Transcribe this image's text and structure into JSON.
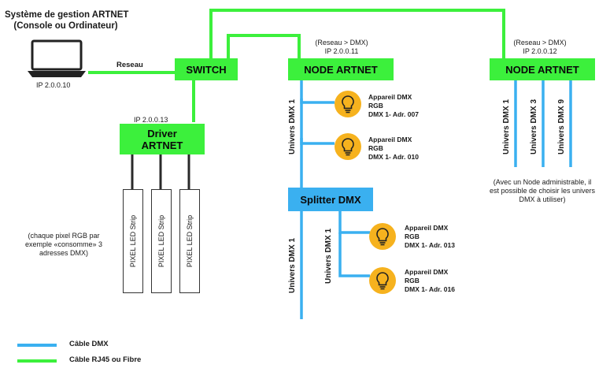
{
  "colors": {
    "green": "#3cf03c",
    "blue": "#3ab0f0",
    "bulb": "#f6b21e"
  },
  "console": {
    "title_line1": "Système de gestion ARTNET",
    "title_line2": "(Console ou Ordinateur)",
    "ip": "IP 2.0.0.10",
    "icon": "laptop-icon"
  },
  "reseau_label": "Reseau",
  "switch": {
    "label": "SWITCH"
  },
  "driver": {
    "ip": "IP 2.0.0.13",
    "line1": "Driver",
    "line2": "ARTNET"
  },
  "strips": {
    "label": "PIXEL LED Strip",
    "count": 3
  },
  "strips_note": [
    "(chaque pixel RGB par",
    "exemple «consomme» 3",
    "adresses DMX)"
  ],
  "node1": {
    "route": "(Reseau > DMX)",
    "ip": "IP 2.0.0.11",
    "label": "NODE ARTNET",
    "universe": "Univers DMX 1"
  },
  "node2": {
    "route": "(Reseau > DMX)",
    "ip": "IP 2.0.0.12",
    "label": "NODE ARTNET",
    "universes": [
      "Univers DMX 1",
      "Univers DMX 3",
      "Univers DMX 9"
    ],
    "note": [
      "(Avec un Node administrable, il",
      "est possible de choisir les univers",
      "DMX à utiliser)"
    ]
  },
  "splitter": {
    "label": "Splitter DMX",
    "universes": [
      "Univers DMX 1",
      "Univers DMX 1"
    ]
  },
  "devices": [
    {
      "name": "Appareil DMX",
      "type": "RGB",
      "addr": "DMX 1- Adr. 007"
    },
    {
      "name": "Appareil DMX",
      "type": "RGB",
      "addr": "DMX 1- Adr. 010"
    },
    {
      "name": "Appareil DMX",
      "type": "RGB",
      "addr": "DMX 1- Adr. 013"
    },
    {
      "name": "Appareil DMX",
      "type": "RGB",
      "addr": "DMX 1- Adr. 016"
    }
  ],
  "legend": [
    {
      "label": "Câble DMX",
      "color": "#3ab0f0"
    },
    {
      "label": "Câble RJ45 ou Fibre",
      "color": "#3cf03c"
    }
  ]
}
